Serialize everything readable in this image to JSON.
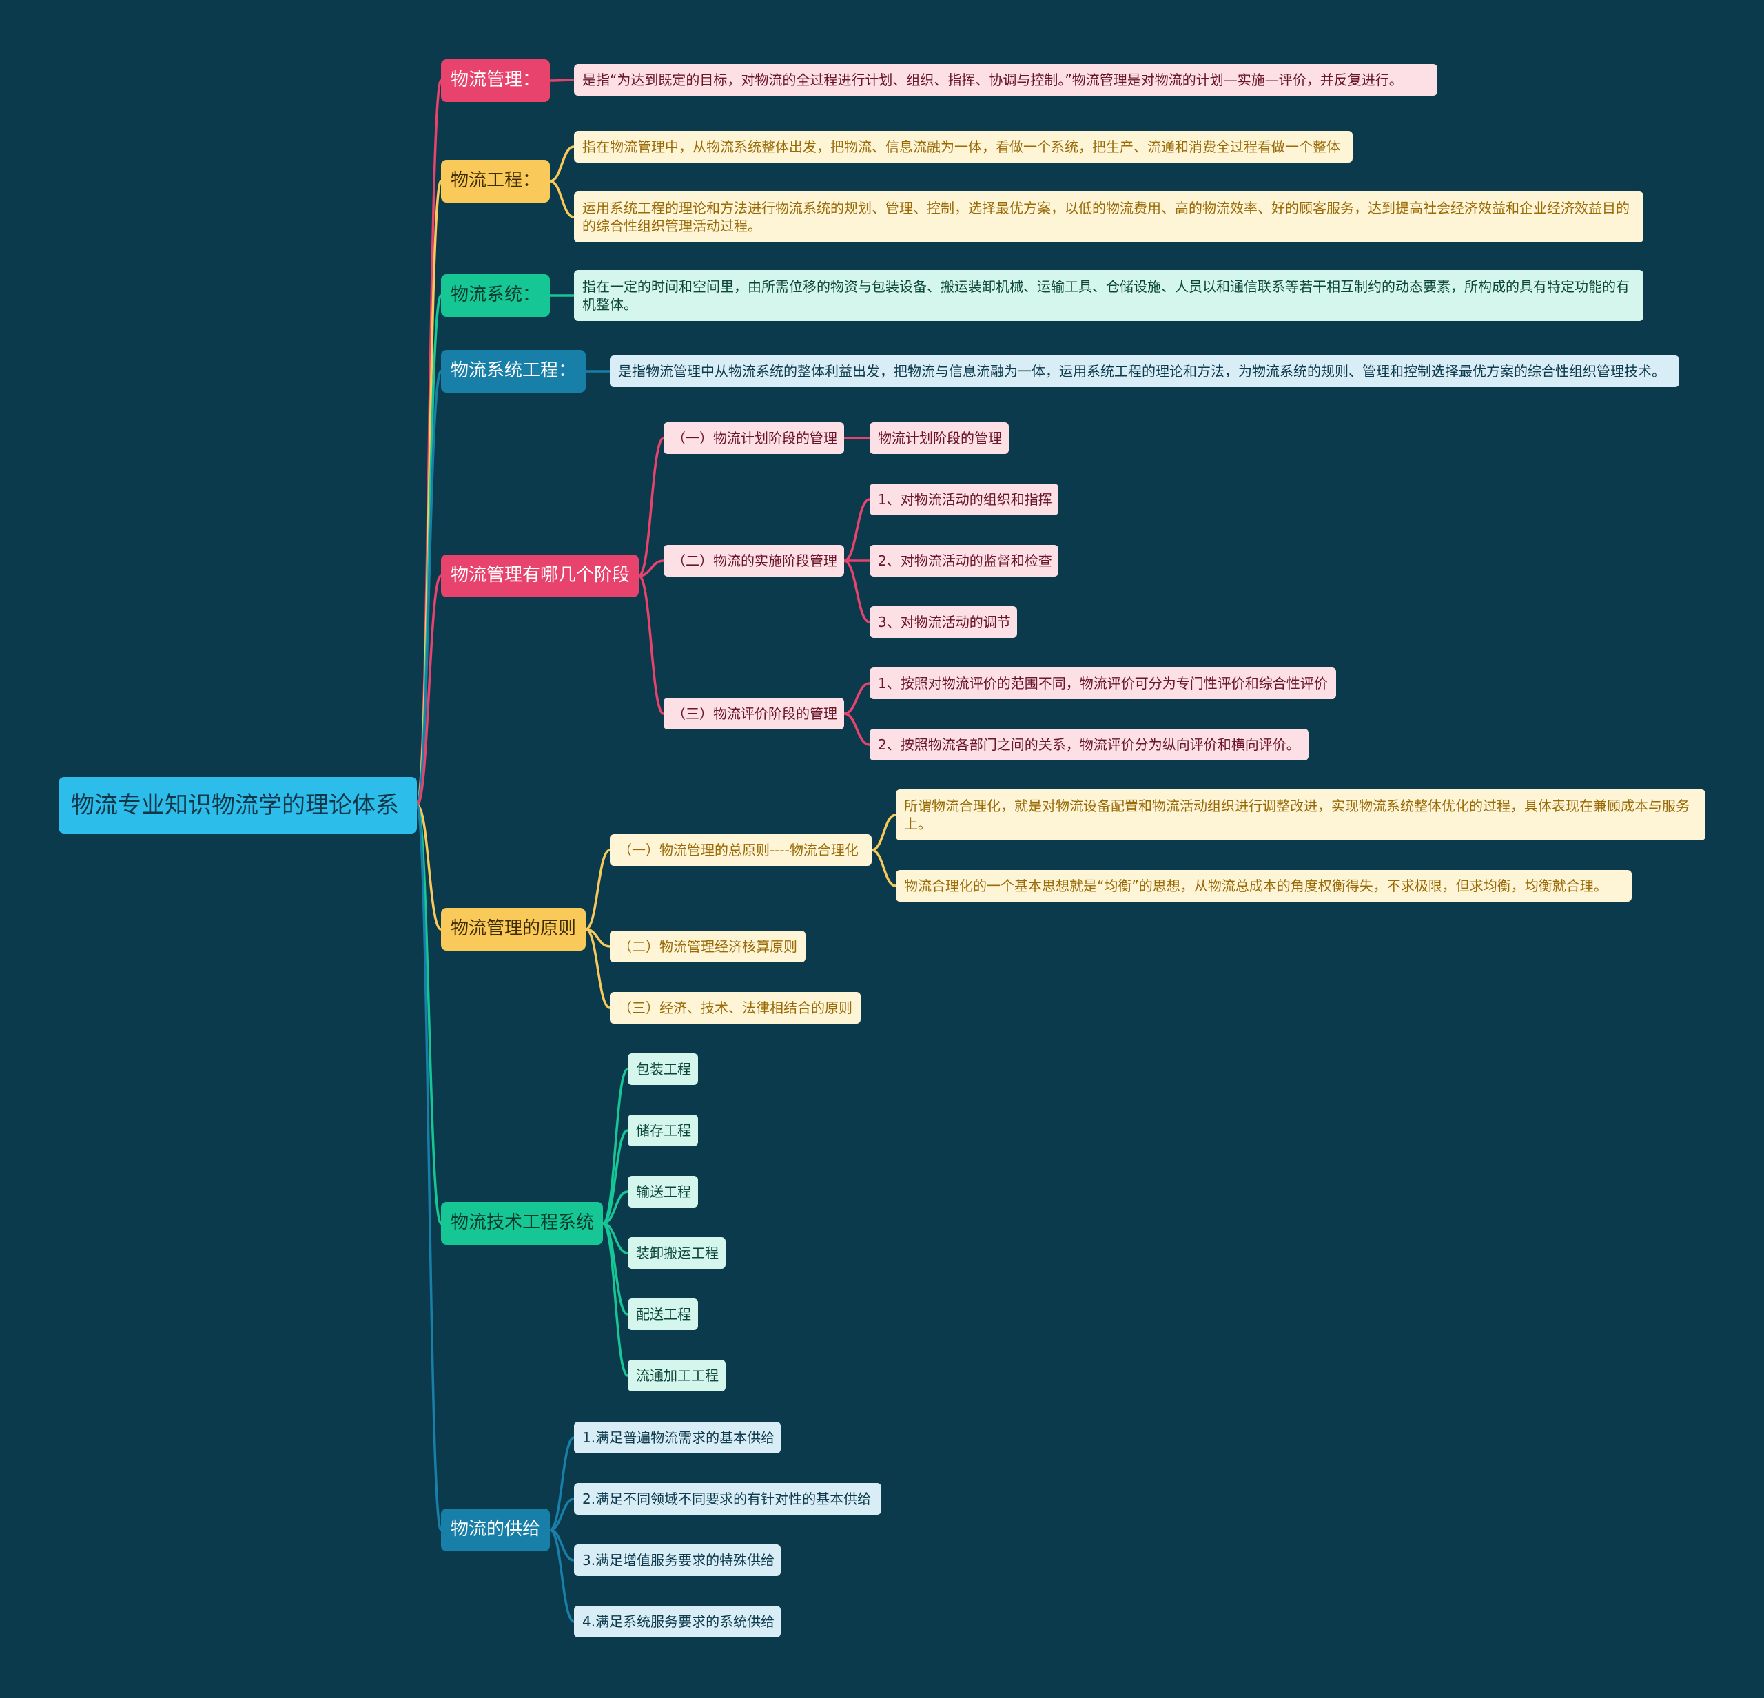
{
  "colors": {
    "background": "#0b3a4d",
    "root": "#2dbdea",
    "pink": "#e8436d",
    "yellow": "#f9c95a",
    "green": "#16c695",
    "blue": "#187fa8"
  },
  "root": {
    "label": "物流专业知识物流学的理论体系"
  },
  "branches": [
    {
      "label": "物流管理：",
      "children": [
        "是指“为达到既定的目标，对物流的全过程进行计划、组织、指挥、协调与控制。”物流管理是对物流的计划—实施—评价，并反复进行。"
      ]
    },
    {
      "label": "物流工程：",
      "children": [
        "指在物流管理中，从物流系统整体出发，把物流、信息流融为一体，看做一个系统，把生产、流通和消费全过程看做一个整体",
        "运用系统工程的理论和方法进行物流系统的规划、管理、控制，选择最优方案，以低的物流费用、高的物流效率、好的顾客服务，达到提高社会经济效益和企业经济效益目的的综合性组织管理活动过程。"
      ]
    },
    {
      "label": "物流系统：",
      "children": [
        "指在一定的时间和空间里，由所需位移的物资与包装设备、搬运装卸机械、运输工具、仓储设施、人员以和通信联系等若干相互制约的动态要素，所构成的具有特定功能的有机整体。"
      ]
    },
    {
      "label": "物流系统工程：",
      "children": [
        "是指物流管理中从物流系统的整体利益出发，把物流与信息流融为一体，运用系统工程的理论和方法，为物流系统的规则、管理和控制选择最优方案的综合性组织管理技术。"
      ]
    },
    {
      "label": "物流管理有哪几个阶段",
      "children": [
        {
          "label": "（一）物流计划阶段的管理",
          "children": [
            "物流计划阶段的管理"
          ]
        },
        {
          "label": "（二）物流的实施阶段管理",
          "children": [
            "1、对物流活动的组织和指挥",
            "2、对物流活动的监督和检查",
            "3、对物流活动的调节"
          ]
        },
        {
          "label": "（三）物流评价阶段的管理",
          "children": [
            "1、按照对物流评价的范围不同，物流评价可分为专门性评价和综合性评价",
            "2、按照物流各部门之间的关系，物流评价分为纵向评价和横向评价。"
          ]
        }
      ]
    },
    {
      "label": "物流管理的原则",
      "children": [
        {
          "label": "（一）物流管理的总原则----物流合理化",
          "children": [
            "所谓物流合理化，就是对物流设备配置和物流活动组织进行调整改进，实现物流系统整体优化的过程，具体表现在兼顾成本与服务上。",
            "物流合理化的一个基本思想就是“均衡”的思想，从物流总成本的角度权衡得失，不求极限，但求均衡，均衡就合理。"
          ]
        },
        {
          "label": "（二）物流管理经济核算原则",
          "children": []
        },
        {
          "label": "（三）经济、技术、法律相结合的原则",
          "children": []
        }
      ]
    },
    {
      "label": "物流技术工程系统",
      "children": [
        "包装工程",
        "储存工程",
        "输送工程",
        "装卸搬运工程",
        "配送工程",
        "流通加工工程"
      ]
    },
    {
      "label": "物流的供给",
      "children": [
        "1.满足普遍物流需求的基本供给",
        "2.满足不同领域不同要求的有针对性的基本供给",
        "3.满足增值服务要求的特殊供给",
        "4.满足系统服务要求的系统供给"
      ]
    }
  ]
}
